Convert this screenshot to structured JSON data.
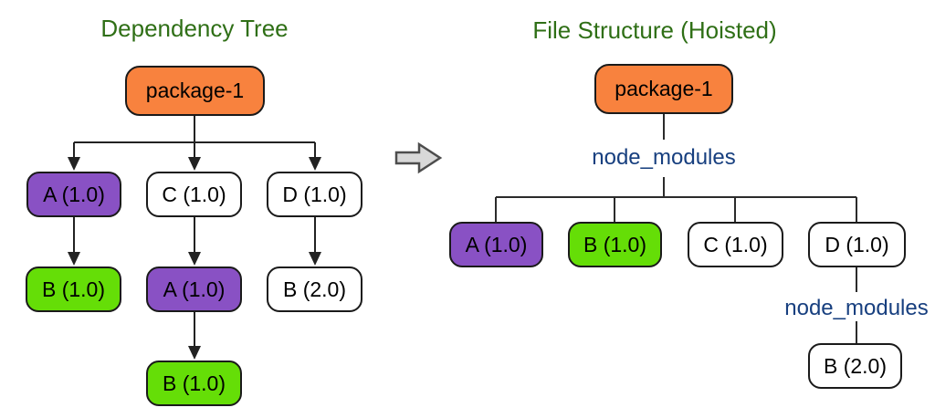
{
  "left_tree": {
    "title": "Dependency Tree",
    "nodes": [
      {
        "label": "package-1",
        "fill": "#F8823E"
      },
      {
        "label": "A (1.0)",
        "fill": "#8951C4"
      },
      {
        "label": "C (1.0)",
        "fill": "#FFFFFF"
      },
      {
        "label": "D (1.0)",
        "fill": "#FFFFFF"
      },
      {
        "label": "B (1.0)",
        "fill": "#65DE07"
      },
      {
        "label": "A (1.0)",
        "fill": "#8951C4"
      },
      {
        "label": "B (2.0)",
        "fill": "#FFFFFF"
      },
      {
        "label": "B (1.0)",
        "fill": "#65DE07"
      }
    ]
  },
  "right_tree": {
    "title": "File Structure (Hoisted)",
    "folder_labels": {
      "top": "node_modules",
      "nested": "node_modules"
    },
    "nodes": [
      {
        "label": "package-1",
        "fill": "#F8823E"
      },
      {
        "label": "A (1.0)",
        "fill": "#8951C4"
      },
      {
        "label": "B (1.0)",
        "fill": "#65DE07"
      },
      {
        "label": "C (1.0)",
        "fill": "#FFFFFF"
      },
      {
        "label": "D (1.0)",
        "fill": "#FFFFFF"
      },
      {
        "label": "B (2.0)",
        "fill": "#FFFFFF"
      }
    ]
  },
  "colors": {
    "title_green": "#2F6F16",
    "label_blue": "#173F7F",
    "node_border": "#1A1A1A",
    "line": "#222222",
    "orange": "#F8823E",
    "purple": "#8951C4",
    "green": "#65DE07",
    "white": "#FFFFFF",
    "transform_arrow_fill": "#D8D8D8",
    "transform_arrow_stroke": "#4D4D4D"
  }
}
